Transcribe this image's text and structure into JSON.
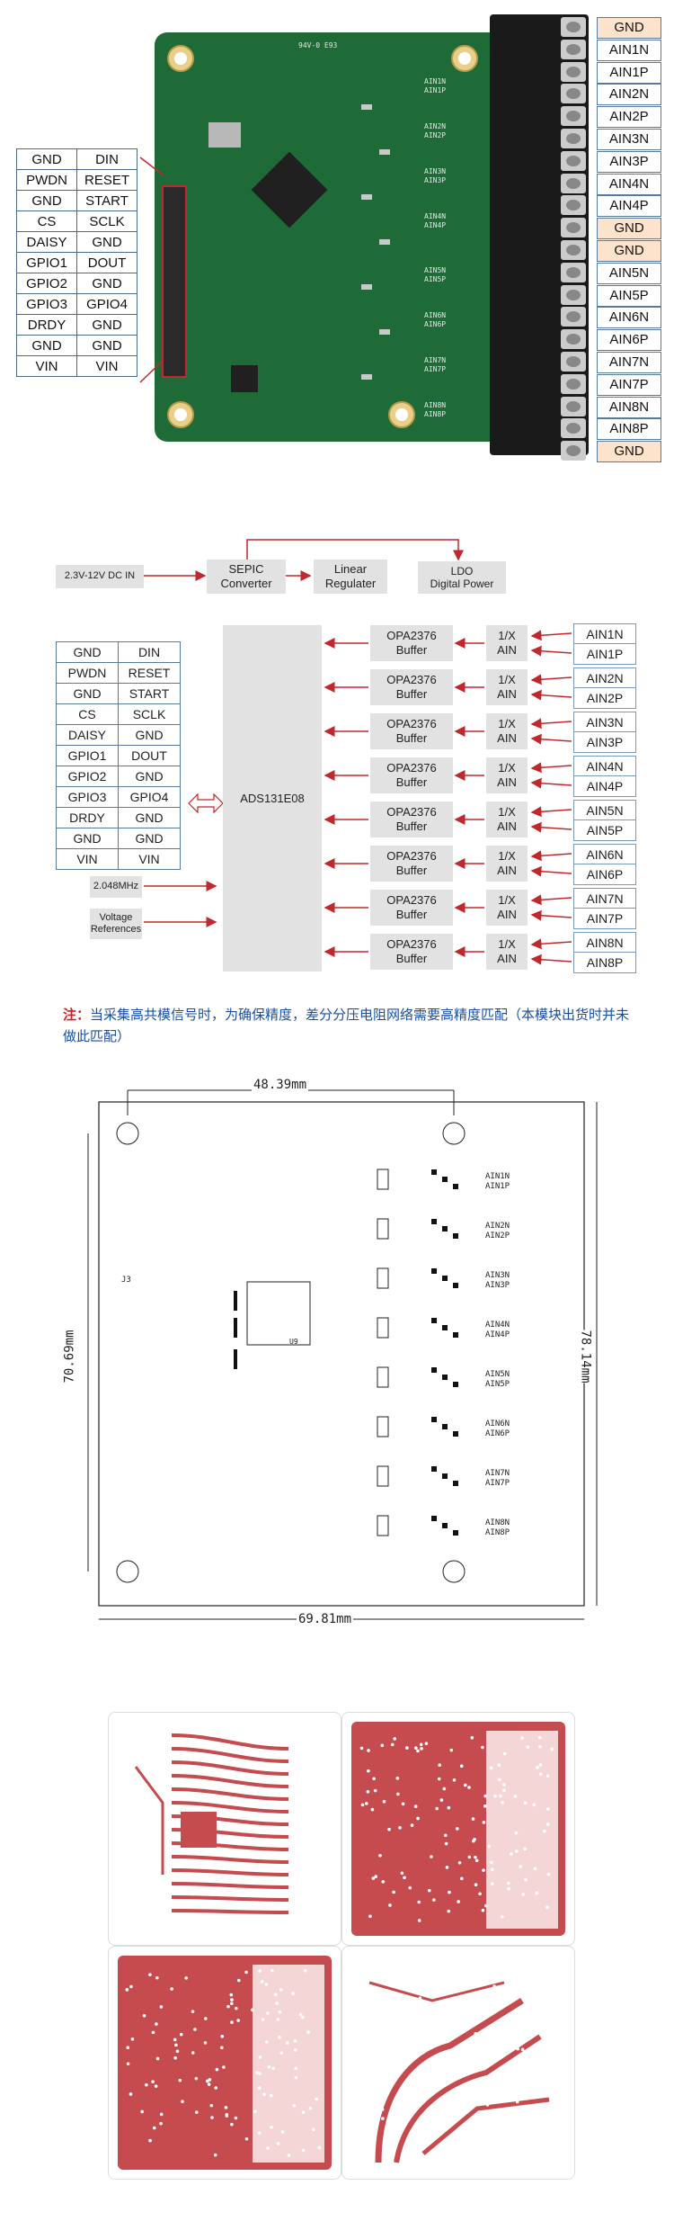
{
  "pin_table": [
    [
      "GND",
      "DIN"
    ],
    [
      "PWDN",
      "RESET"
    ],
    [
      "GND",
      "START"
    ],
    [
      "CS",
      "SCLK"
    ],
    [
      "DAISY",
      "GND"
    ],
    [
      "GPIO1",
      "DOUT"
    ],
    [
      "GPIO2",
      "GND"
    ],
    [
      "GPIO3",
      "GPIO4"
    ],
    [
      "DRDY",
      "GND"
    ],
    [
      "GND",
      "GND"
    ],
    [
      "VIN",
      "VIN"
    ]
  ],
  "terminal_labels": [
    "GND",
    "AIN1N",
    "AIN1P",
    "AIN2N",
    "AIN2P",
    "AIN3N",
    "AIN3P",
    "AIN4N",
    "AIN4P",
    "GND",
    "GND",
    "AIN5N",
    "AIN5P",
    "AIN6N",
    "AIN6P",
    "AIN7N",
    "AIN7P",
    "AIN8N",
    "AIN8P",
    "GND"
  ],
  "pcb_silk": [
    "94V-0 E93",
    "AIN1N",
    "AIN1P",
    "AIN2N",
    "AIN2P",
    "AIN3N",
    "AIN3P",
    "AIN4N",
    "AIN4P",
    "AIN5N",
    "AIN5P",
    "AIN6N",
    "AIN6P",
    "AIN7N",
    "AIN7P",
    "AIN8N",
    "AIN8P"
  ],
  "block": {
    "dc_in": "2.3V-12V  DC IN",
    "sepic": "SEPIC\nConverter",
    "linear": "Linear\nRegulater",
    "ldo": "LDO\nDigital Power",
    "adc": "ADS131E08",
    "clock": "2.048MHz",
    "vref": "Voltage\nReferences",
    "buffer": "OPA2376\nBuffer",
    "gain": "1/X\nAIN",
    "ain_pairs": [
      [
        "AIN1N",
        "AIN1P"
      ],
      [
        "AIN2N",
        "AIN2P"
      ],
      [
        "AIN3N",
        "AIN3P"
      ],
      [
        "AIN4N",
        "AIN4P"
      ],
      [
        "AIN5N",
        "AIN5P"
      ],
      [
        "AIN6N",
        "AIN6P"
      ],
      [
        "AIN7N",
        "AIN7P"
      ],
      [
        "AIN8N",
        "AIN8P"
      ]
    ]
  },
  "note": {
    "label": "注：",
    "text": "当采集高共模信号时，为确保精度，差分分压电阻网络需要高精度匹配（本模块出货时并未做此匹配）"
  },
  "mechanical": {
    "dim_top": "48.39mm",
    "dim_left": "70.69mm",
    "dim_right": "78.14mm",
    "dim_bottom": "69.81mm",
    "j3": "J3",
    "u9": "U9",
    "ain_labels": [
      "AIN1N",
      "AIN1P",
      "AIN2N",
      "AIN2P",
      "AIN3N",
      "AIN3P",
      "AIN4N",
      "AIN4P",
      "AIN5N",
      "AIN5P",
      "AIN6N",
      "AIN6P",
      "AIN7N",
      "AIN7P",
      "AIN8N",
      "AIN8P"
    ]
  },
  "colors": {
    "pcb_green": "#1e6b37",
    "copper_red": "#c64b4f",
    "gnd_highlight": "#fde3cc",
    "arrow_red": "#c0282d",
    "note_red": "#d42020",
    "note_blue": "#1a4fa0"
  }
}
